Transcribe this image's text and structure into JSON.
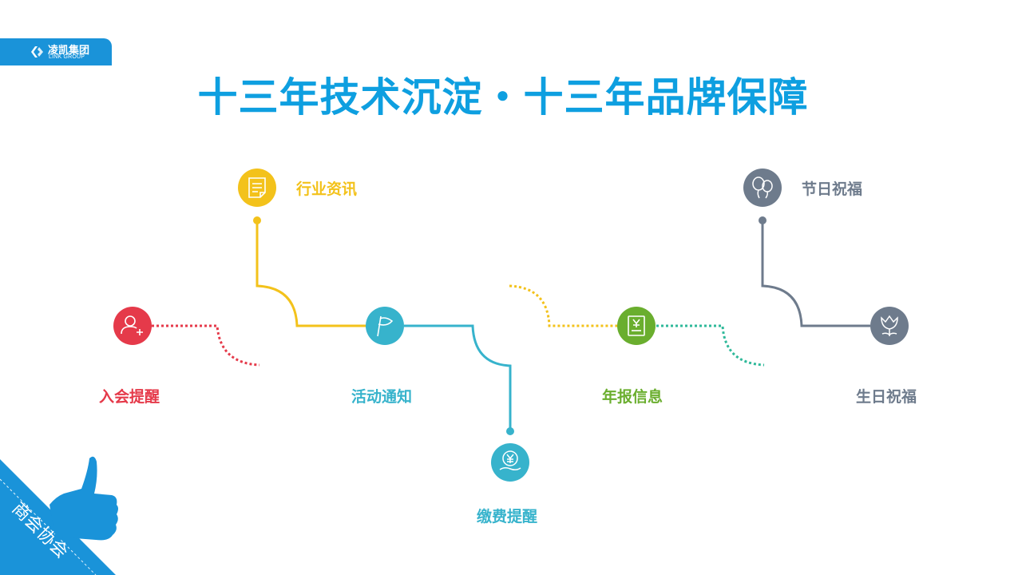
{
  "logo": {
    "name_cn": "凌凯集团",
    "name_en": "LINK GROUP"
  },
  "title": "十三年技术沉淀・十三年品牌保障",
  "corner_badge": "商会协会",
  "colors": {
    "brand_blue": "#1a93d9",
    "title_blue": "#0e9fe0",
    "red": "#e53a4a",
    "yellow": "#f3c21b",
    "cyan": "#37b3cc",
    "green": "#6aae2e",
    "teal": "#2fb99a",
    "gray": "#6e7b8c"
  },
  "nodes": [
    {
      "id": "join-reminder",
      "label": "入会提醒",
      "icon": "user-add-icon",
      "color": "#e53a4a"
    },
    {
      "id": "industry-news",
      "label": "行业资讯",
      "icon": "document-icon",
      "color": "#f3c21b"
    },
    {
      "id": "activity-notice",
      "label": "活动通知",
      "icon": "flag-icon",
      "color": "#37b3cc"
    },
    {
      "id": "payment-reminder",
      "label": "缴费提醒",
      "icon": "yuan-coin-hand-icon",
      "color": "#37b3cc"
    },
    {
      "id": "annual-report",
      "label": "年报信息",
      "icon": "report-book-icon",
      "color": "#6aae2e"
    },
    {
      "id": "holiday-greetings",
      "label": "节日祝福",
      "icon": "balloons-icon",
      "color": "#6e7b8c"
    },
    {
      "id": "birthday-greetings",
      "label": "生日祝福",
      "icon": "flower-icon",
      "color": "#6e7b8c"
    }
  ]
}
